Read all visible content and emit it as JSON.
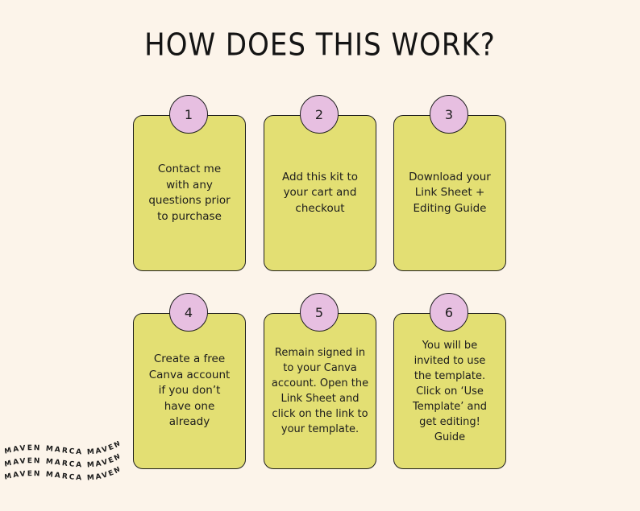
{
  "title": "HOW DOES THIS WORK?",
  "steps": [
    {
      "number": "1",
      "text": "Contact me with any questions prior to purchase"
    },
    {
      "number": "2",
      "text": "Add this kit to your cart and checkout"
    },
    {
      "number": "3",
      "text": "Download your Link Sheet + Editing Guide"
    },
    {
      "number": "4",
      "text": "Create a free Canva account if you don’t have one already"
    },
    {
      "number": "5",
      "text": "Remain signed in to your Canva account. Open the Link Sheet and click on the link to your template."
    },
    {
      "number": "6",
      "text": "You will be invited to use the template. Click on ‘Use Template’ and get editing! Guide"
    }
  ],
  "brand": {
    "lines": [
      "MAVEN MARCA MAVEN",
      "MAVEN MARCA MAVEN",
      "MAVEN MARCA MAVEN"
    ]
  },
  "colors": {
    "background": "#fcf4ea",
    "card": "#e3df73",
    "badge": "#e7bfe1",
    "ink": "#1c1c1c"
  }
}
